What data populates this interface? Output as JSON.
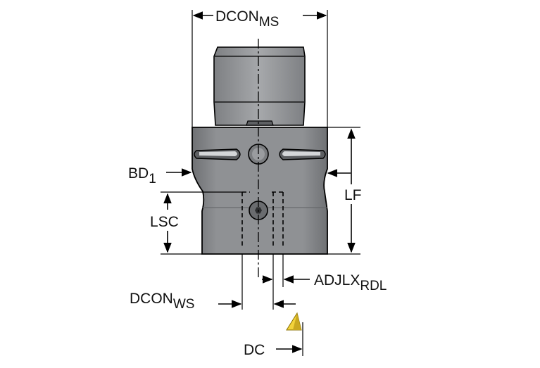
{
  "diagram": {
    "labels": {
      "dcon_ms": {
        "main": "DCON",
        "sub": "MS"
      },
      "bd1": {
        "main": "BD",
        "sub": "1"
      },
      "lsc": {
        "main": "LSC"
      },
      "lf": {
        "main": "LF"
      },
      "adjlx_rdl": {
        "main": "ADJLX",
        "sub": "RDL"
      },
      "dcon_ws": {
        "main": "DCON",
        "sub": "WS"
      },
      "dc": {
        "main": "DC"
      }
    },
    "colors": {
      "body_fill": "#8d8f92",
      "shank_fill": "#9c9ea1",
      "dark_fill": "#5f6164",
      "insert_fill": "#f2d33b",
      "line": "#000000"
    }
  }
}
